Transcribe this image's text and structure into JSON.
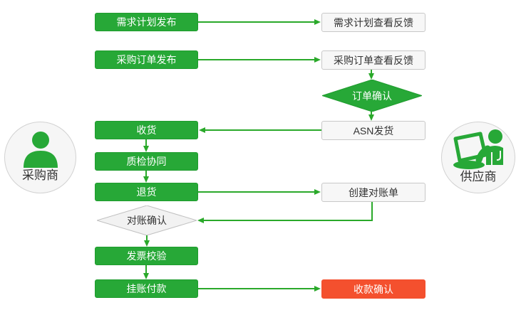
{
  "diagram": {
    "title_hint": "procurement-supplier-collaboration-flowchart",
    "actors": {
      "buyer": {
        "label": "采购商"
      },
      "supplier": {
        "label": "供应商"
      }
    },
    "nodes": {
      "demand_publish": {
        "label": "需求计划发布",
        "type": "process-green"
      },
      "demand_feedback": {
        "label": "需求计划查看反馈",
        "type": "io-white"
      },
      "po_publish": {
        "label": "采购订单发布",
        "type": "process-green"
      },
      "po_feedback": {
        "label": "采购订单查看反馈",
        "type": "io-white"
      },
      "order_confirm": {
        "label": "订单确认",
        "type": "decision-green"
      },
      "asn_ship": {
        "label": "ASN发货",
        "type": "io-white"
      },
      "receive": {
        "label": "收货",
        "type": "process-green"
      },
      "quality_check": {
        "label": "质检协同",
        "type": "process-green"
      },
      "return_goods": {
        "label": "退货",
        "type": "process-green"
      },
      "create_statement": {
        "label": "创建对账单",
        "type": "io-white"
      },
      "statement_confirm": {
        "label": "对账确认",
        "type": "decision-gray"
      },
      "invoice_verify": {
        "label": "发票校验",
        "type": "process-green"
      },
      "payment": {
        "label": "挂账付款",
        "type": "process-green"
      },
      "receipt_confirm": {
        "label": "收款确认",
        "type": "end-red"
      }
    },
    "edges": [
      {
        "from": "demand_publish",
        "to": "demand_feedback"
      },
      {
        "from": "po_publish",
        "to": "po_feedback"
      },
      {
        "from": "po_feedback",
        "to": "order_confirm"
      },
      {
        "from": "order_confirm",
        "to": "asn_ship"
      },
      {
        "from": "asn_ship",
        "to": "receive"
      },
      {
        "from": "receive",
        "to": "quality_check"
      },
      {
        "from": "quality_check",
        "to": "return_goods"
      },
      {
        "from": "return_goods",
        "to": "create_statement"
      },
      {
        "from": "create_statement",
        "to": "statement_confirm"
      },
      {
        "from": "statement_confirm",
        "to": "invoice_verify"
      },
      {
        "from": "invoice_verify",
        "to": "payment"
      },
      {
        "from": "payment",
        "to": "receipt_confirm"
      }
    ],
    "colors": {
      "green": "#27a837",
      "green_border": "#1f9c2e",
      "arrow_green": "#2aa92a",
      "red": "#f4502e",
      "box_fill_light": "#f7f7f7",
      "box_border_gray": "#c8c8c8",
      "diamond_gray_fill": "#f2f2f2",
      "diamond_gray_border": "#c0c0c0",
      "circle_fill": "#f6f6f6",
      "circle_border": "#d2d2d2",
      "text_dark": "#333333"
    }
  }
}
